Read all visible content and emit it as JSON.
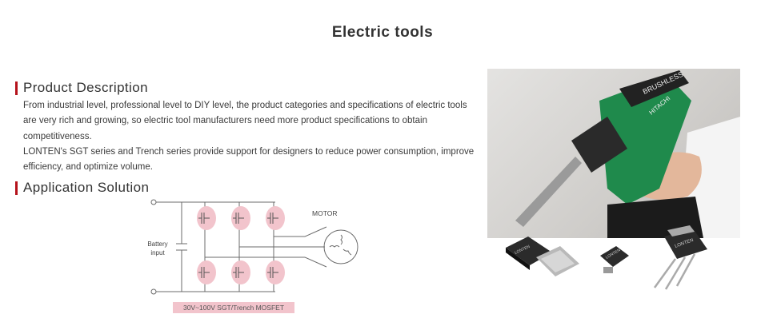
{
  "page": {
    "title": "Electric tools"
  },
  "product_description": {
    "heading": "Product Description",
    "paragraphs": [
      "From industrial level, professional level to DIY level, the product categories and specifications of electric tools are very rich and growing, so electric tool manufacturers need more product specifications to obtain competitiveness.",
      "LONTEN's SGT series and Trench series provide support for designers to reduce power consumption, improve efficiency, and optimize volume."
    ]
  },
  "application_solution": {
    "heading": "Application Solution",
    "circuit": {
      "motor_label": "MOTOR",
      "battery_label_line1": "Battery",
      "battery_label_line2": "input",
      "mosfet_caption": "30V~100V  SGT/Trench MOSFET"
    }
  },
  "photo": {
    "drill_brand_1": "BRUSHLESS",
    "drill_brand_2": "HITACHI",
    "chip_marking": "LONTEN"
  },
  "colors": {
    "accent_bar": "#b5121b",
    "mosfet_highlight": "#f2c4cc",
    "drill_green": "#1f8a4c"
  }
}
